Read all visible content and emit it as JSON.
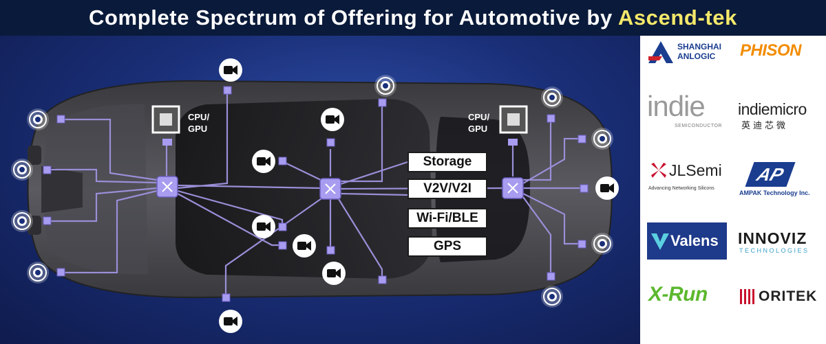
{
  "header": {
    "title_main": "Complete Spectrum of Offering for Automotive by ",
    "title_brand": "Ascend-tek"
  },
  "diagram": {
    "processor_label_left_line1": "CPU/",
    "processor_label_left_line2": "GPU",
    "processor_label_right_line1": "CPU/",
    "processor_label_right_line2": "GPU",
    "features": [
      "Storage",
      "V2V/V2I",
      "Wi-Fi/BLE",
      "GPS"
    ]
  },
  "colors": {
    "title_bar": "#0a1a3a",
    "brand_yellow": "#f4e86a",
    "link_line": "#9a8fd8",
    "node_fill": "#a79cf0"
  },
  "logos": {
    "anlogic_line1": "SHANGHAI",
    "anlogic_line2": "ANLOGIC",
    "phison": "PHISON",
    "indie": "indie",
    "indie_sub": "SEMICONDUCTOR",
    "indiemicro": "indiemicro",
    "indiemicro_cn": "英迪芯微",
    "jlsemi": "JLSemi",
    "jlsemi_sub": "Advancing Networking Silicons",
    "ampak_mark": "AP",
    "ampak": "AMPAK Technology Inc.",
    "valens": "Valens",
    "innoviz": "INNOVIZ",
    "innoviz_sub": "TECHNOLOGIES",
    "xrun": "X-Run",
    "oritek": "ORITEK"
  }
}
